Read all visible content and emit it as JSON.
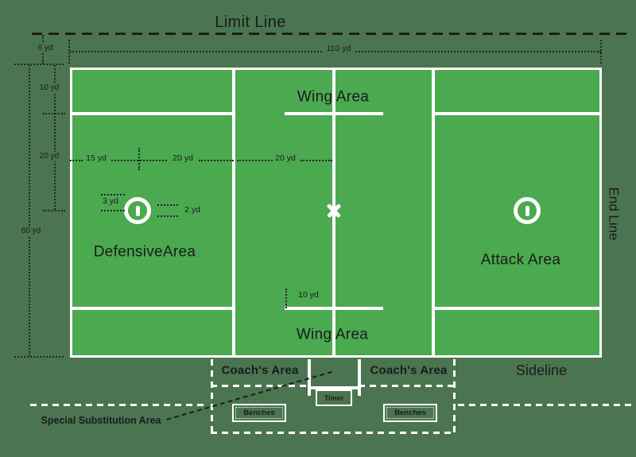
{
  "colors": {
    "background": "#4a7550",
    "field_green": "#4ba950",
    "line_white": "#ffffff",
    "text_dark": "#1b1b1b"
  },
  "boundary_labels": {
    "limit_line": "Limit Line",
    "end_line": "End Line",
    "sideline": "Sideline"
  },
  "field_areas": {
    "wing_top": "Wing Area",
    "wing_bottom": "Wing Area",
    "defensive": "DefensiveArea",
    "attack": "Attack Area"
  },
  "bench_zone": {
    "coach_left": "Coach's Area",
    "coach_right": "Coach's Area",
    "timer": "Timer",
    "benches_left": "Benches",
    "benches_right": "Benches",
    "special_substitution": "Special Substitution Area"
  },
  "measurements": {
    "six_yd": "6 yd",
    "one_hundred_ten_yd": "110 yd",
    "ten_yd_left": "10 yd",
    "twenty_yd_left": "20 yd",
    "sixty_yd": "60 yd",
    "fifteen_yd": "15 yd",
    "twenty_yd_mid_left": "20 yd",
    "twenty_yd_mid_right": "20 yd",
    "three_yd": "3 yd",
    "two_yd": "2 yd",
    "ten_yd_wing": "10 yd"
  },
  "icons": {
    "goal_marker": "circle-with-bar",
    "faceoff_spot": "x-mark"
  }
}
